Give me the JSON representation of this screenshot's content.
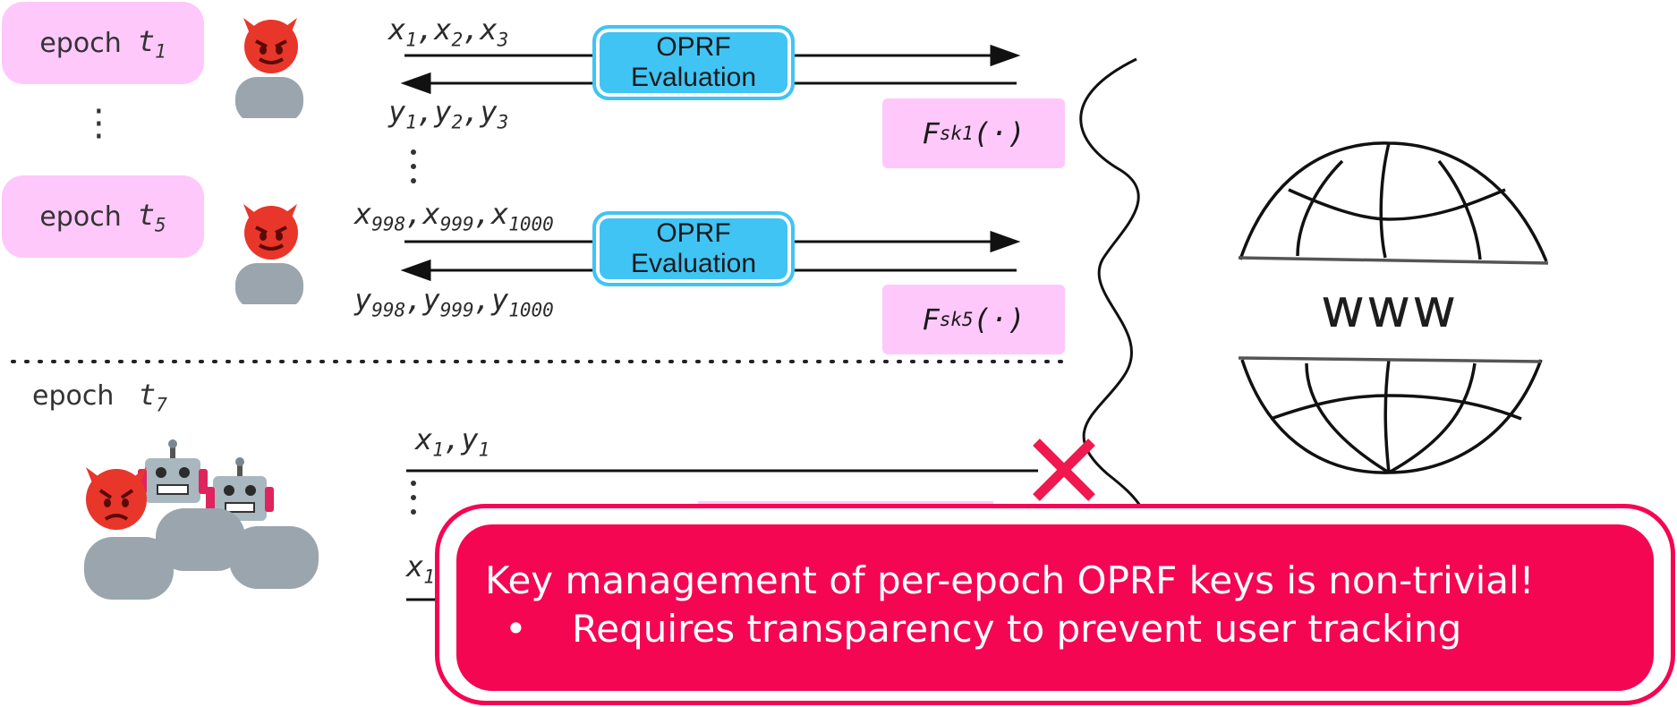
{
  "epochs": [
    {
      "label": "epoch",
      "t": "t",
      "sub": "1"
    },
    {
      "label": "epoch",
      "t": "t",
      "sub": "5"
    },
    {
      "label": "epoch",
      "t": "t",
      "sub": "7"
    }
  ],
  "oprf": [
    {
      "line1": "OPRF",
      "line2": "Evaluation"
    },
    {
      "line1": "OPRF",
      "line2": "Evaluation"
    }
  ],
  "keys": [
    {
      "f": "F",
      "sub": "sk1",
      "arg": "(·)"
    },
    {
      "f": "F",
      "sub": "sk5",
      "arg": "(·)"
    }
  ],
  "queries": {
    "set1_x": {
      "v": "x",
      "a": "1",
      "b": "2",
      "c": "3"
    },
    "set1_y": {
      "v": "y",
      "a": "1",
      "b": "2",
      "c": "3"
    },
    "set2_x": {
      "v": "x",
      "a": "998",
      "b": "999",
      "c": "1000"
    },
    "set2_y": {
      "v": "y",
      "a": "998",
      "b": "999",
      "c": "1000"
    },
    "set3": {
      "x": "x",
      "y": "y",
      "sub": "1"
    },
    "set3_partial": {
      "x": "x",
      "sub": "1"
    }
  },
  "globe": {
    "label": "www"
  },
  "callout": {
    "title": "Key management of per-epoch OPRF keys is non-trivial!",
    "bullet": "•",
    "item": "Requires transparency to prevent user tracking"
  },
  "colors": {
    "epoch_pink": "#ffc8fb",
    "oprf_blue": "#40c4f4",
    "callout_red": "#f40652",
    "devil_red": "#e8362a",
    "person_gray": "#9aa5ad",
    "cross_red": "#f0184e"
  },
  "icons": [
    "devil-icon",
    "robot-icon",
    "person-icon",
    "globe-icon",
    "cross-icon",
    "arrow-icon"
  ]
}
